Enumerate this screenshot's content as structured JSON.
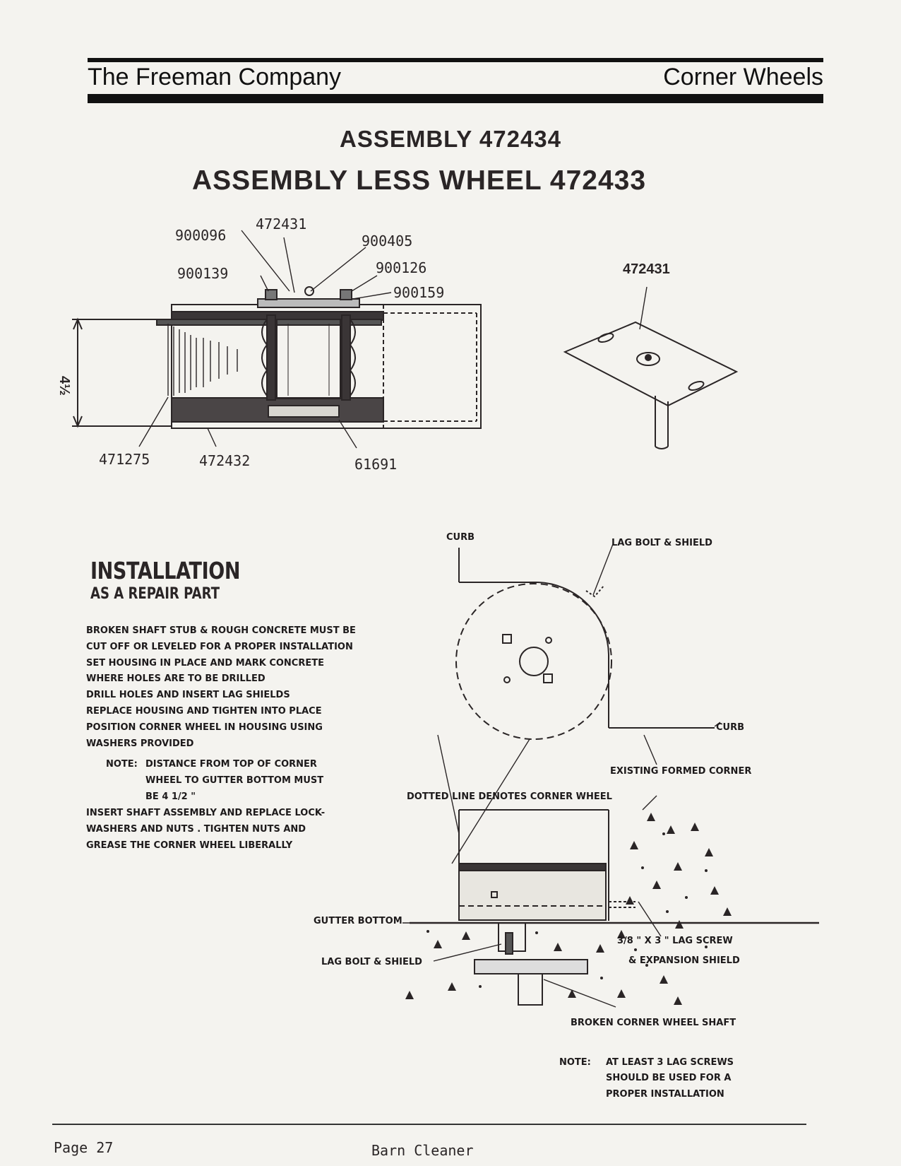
{
  "header": {
    "company": "The Freeman Company",
    "section": "Corner Wheels"
  },
  "titles": {
    "assembly": "ASSEMBLY 472434",
    "assembly_less_wheel": "ASSEMBLY LESS WHEEL 472433"
  },
  "part_numbers": {
    "top_472431": "472431",
    "p900096": "900096",
    "p900405": "900405",
    "p900139": "900139",
    "p900126": "900126",
    "p900159": "900159",
    "plate_472431": "472431",
    "p471275": "471275",
    "p472432": "472432",
    "p61691": "61691",
    "dimension": "4½"
  },
  "installation": {
    "title": "INSTALLATION",
    "subtitle": "AS A REPAIR PART",
    "lines": [
      "BROKEN SHAFT STUB & ROUGH CONCRETE MUST BE",
      "CUT OFF OR LEVELED FOR A PROPER INSTALLATION",
      "SET HOUSING IN PLACE AND MARK CONCRETE",
      "WHERE HOLES ARE TO BE DRILLED",
      "DRILL HOLES AND INSERT LAG SHIELDS",
      "REPLACE HOUSING AND TIGHTEN INTO PLACE",
      "POSITION CORNER WHEEL IN HOUSING USING",
      "WASHERS PROVIDED"
    ],
    "note_label": "NOTE:",
    "note_lines": [
      "DISTANCE FROM TOP OF CORNER",
      "WHEEL TO GUTTER BOTTOM MUST",
      "BE 4 1/2 \""
    ],
    "closing_lines": [
      "INSERT SHAFT ASSEMBLY AND REPLACE LOCK-",
      "WASHERS AND NUTS . TIGHTEN NUTS AND",
      "GREASE THE CORNER WHEEL LIBERALLY"
    ]
  },
  "diagram_labels": {
    "curb_top": "CURB",
    "lag_bolt_shield_top": "LAG BOLT & SHIELD",
    "curb_right": "CURB",
    "existing_formed_corner": "EXISTING FORMED CORNER",
    "dotted_line": "DOTTED LINE DENOTES CORNER WHEEL",
    "gutter_bottom": "GUTTER BOTTOM",
    "lag_screw_1": "3/8 \" X 3 \" LAG SCREW",
    "lag_screw_2": "& EXPANSION SHIELD",
    "lag_bolt_shield_bottom": "LAG BOLT & SHIELD",
    "broken_shaft": "BROKEN CORNER WHEEL SHAFT"
  },
  "bottom_note": {
    "label": "NOTE:",
    "lines": [
      "AT LEAST 3 LAG SCREWS",
      "SHOULD BE USED FOR A",
      "PROPER INSTALLATION"
    ]
  },
  "footer": {
    "page": "Page 27",
    "title": "Barn Cleaner"
  }
}
